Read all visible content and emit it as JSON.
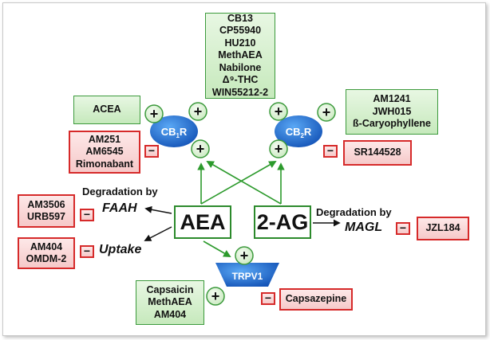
{
  "center_nodes": {
    "aea": "AEA",
    "two_ag": "2-AG"
  },
  "receptors": {
    "cb1_main": "CB",
    "cb1_sub": "1",
    "cb1_end": "R",
    "cb2_main": "CB",
    "cb2_sub": "2",
    "cb2_end": "R",
    "trpv1": "TRPV1"
  },
  "signs": {
    "plus": "+",
    "minus": "−"
  },
  "agonists_shared": [
    "CB13",
    "CP55940",
    "HU210",
    "MethAEA",
    "Nabilone",
    "Δ⁹-THC",
    "WIN55212-2"
  ],
  "cb1_agonist": [
    "ACEA"
  ],
  "cb1_antagonists": [
    "AM251",
    "AM6545",
    "Rimonabant"
  ],
  "cb2_agonists": [
    "AM1241",
    "JWH015",
    "ß-Caryophyllene"
  ],
  "cb2_antagonist": [
    "SR144528"
  ],
  "trpv1_agonists": [
    "Capsaicin",
    "MethAEA",
    "AM404"
  ],
  "trpv1_antagonist": [
    "Capsazepine"
  ],
  "faah": {
    "caption": "Degradation by",
    "enzyme": "FAAH",
    "inhibitors": [
      "AM3506",
      "URB597"
    ]
  },
  "uptake": {
    "label": "Uptake",
    "inhibitors": [
      "AM404",
      "OMDM-2"
    ]
  },
  "magl": {
    "caption": "Degradation by",
    "enzyme": "MAGL",
    "inhibitors": [
      "JZL184"
    ]
  },
  "colors": {
    "green_border": "#3c9a3c",
    "red_border": "#d62a2a",
    "receptor_blue": "#1f6fd0",
    "arrow_green": "#2c9a2c"
  }
}
